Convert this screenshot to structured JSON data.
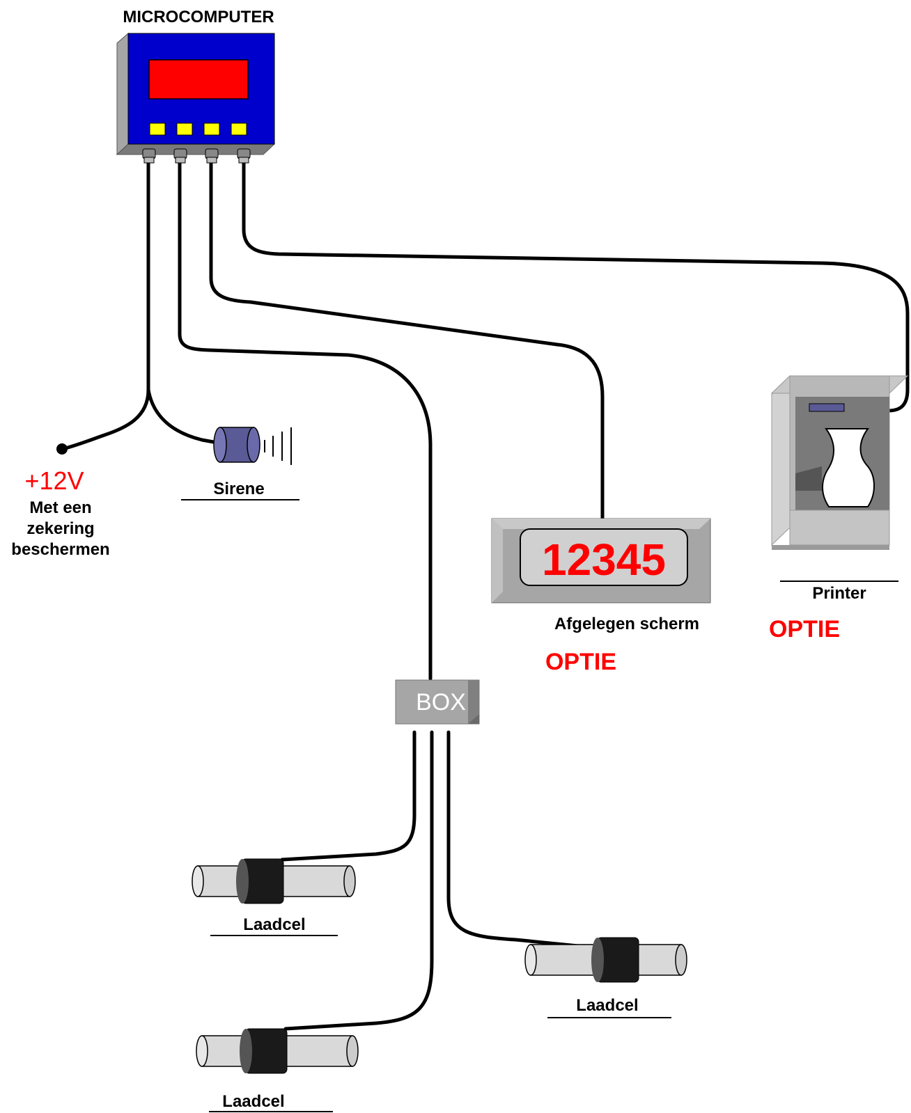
{
  "microcomputer": {
    "title": "MICROCOMPUTER"
  },
  "power": {
    "voltage": "+12V",
    "note_line1": "Met een",
    "note_line2": "zekering",
    "note_line3": "beschermen"
  },
  "sirene": {
    "label": "Sirene"
  },
  "remote_display": {
    "value": "12345",
    "label": "Afgelegen scherm",
    "option": "OPTIE"
  },
  "printer": {
    "label": "Printer",
    "option": "OPTIE"
  },
  "box": {
    "label": "BOX"
  },
  "loadcells": [
    {
      "label": "Laadcel"
    },
    {
      "label": "Laadcel"
    },
    {
      "label": "Laadcel"
    }
  ],
  "colors": {
    "housing": "#0000cc",
    "display": "#ff0000",
    "buttons": "#ffff00",
    "option_text": "#ff0000",
    "gray_device": "#a6a6a6"
  }
}
